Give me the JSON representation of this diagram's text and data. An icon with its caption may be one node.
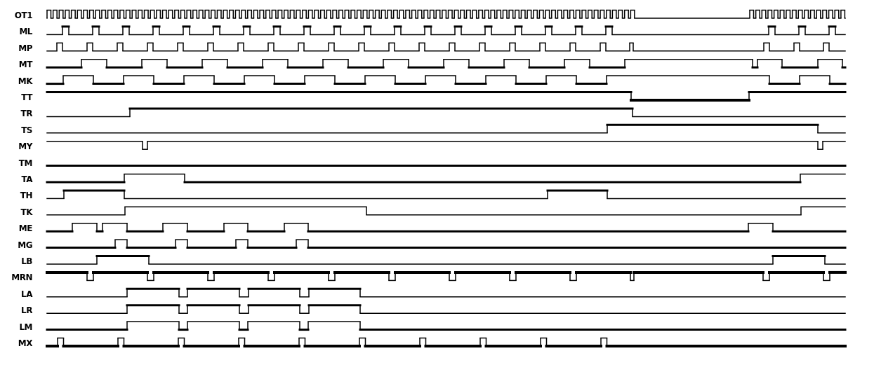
{
  "diagram": {
    "labels": [
      "OT1",
      "ML",
      "MP",
      "MT",
      "MK",
      "TT",
      "TR",
      "TS",
      "MY",
      "TM",
      "TA",
      "TH",
      "TK",
      "ME",
      "MG",
      "LB",
      "MRN",
      "LA",
      "LR",
      "LM",
      "MX"
    ]
  }
}
